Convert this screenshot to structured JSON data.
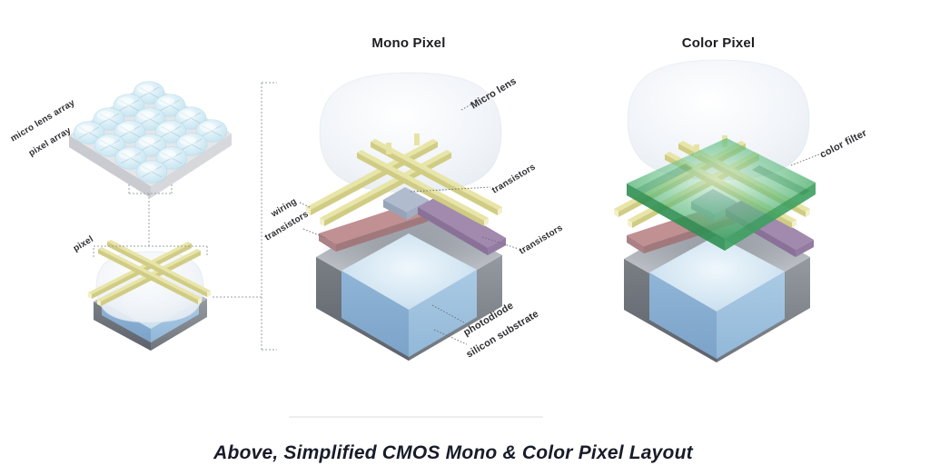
{
  "overview": {
    "micro_lens_array_label": "micro lens array",
    "pixel_array_label": "pixel array",
    "pixel_label": "pixel"
  },
  "mono_pixel": {
    "title": "Mono Pixel",
    "labels": {
      "micro_lens": "Micro lens",
      "wiring": "wiring",
      "transistors_left": "transistors",
      "transistors_top_right": "transistors",
      "transistors_bottom_right": "transistors",
      "photodiode": "photodiode",
      "silicon_substrate": "silicon substrate"
    }
  },
  "color_pixel": {
    "title": "Color Pixel",
    "labels": {
      "color_filter": "color filter"
    }
  },
  "caption": "Above, Simplified CMOS Mono & Color Pixel Layout",
  "colors": {
    "background": "#ffffff",
    "micro_lens": "#e9eff6",
    "wiring_yellow": "#e8e5a9",
    "transistor_pink": "#c19093",
    "transistor_purple": "#a289ae",
    "transistor_bluegray": "#b0bcce",
    "photodiode_blue": "#c3daec",
    "silicon_substrate_gray": "#7a7f86",
    "color_filter_green": "#3aa55f"
  }
}
